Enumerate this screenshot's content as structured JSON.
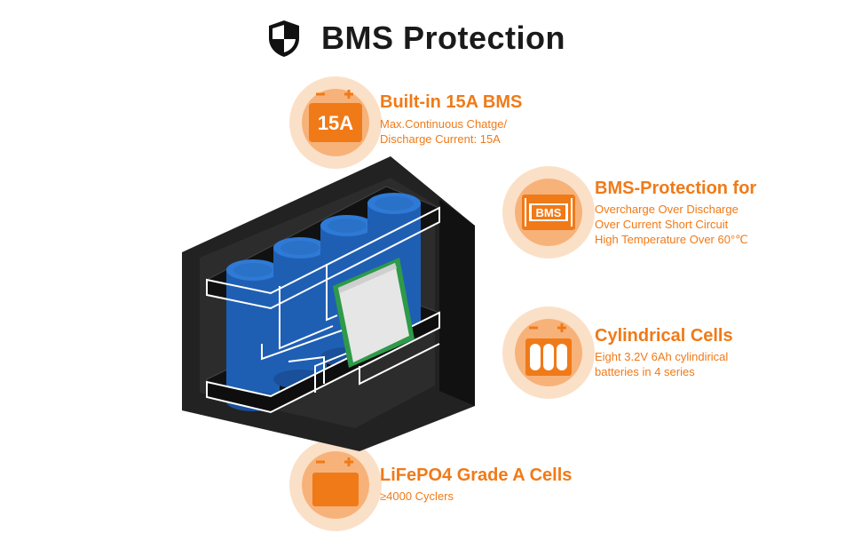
{
  "title": "BMS Protection",
  "accent_color": "#f07a18",
  "features": [
    {
      "icon": "15a-chip-icon",
      "icon_text": "15A",
      "heading": "Built-in 15A BMS",
      "lines": [
        "Max.Continuous Chatge/",
        "Discharge Current: 15A"
      ]
    },
    {
      "icon": "bms-board-icon",
      "icon_text": "BMS",
      "heading": "BMS-Protection for",
      "lines": [
        "Overcharge Over Discharge",
        "Over Current Short Circuit",
        "High Temperature Over 60°℃"
      ]
    },
    {
      "icon": "cylindrical-cells-icon",
      "heading": "Cylindrical Cells",
      "lines": [
        "Eight 3.2V 6Ah cylindirical",
        "batteries in 4 series"
      ]
    },
    {
      "icon": "battery-icon",
      "heading": "LiFePO4 Grade A Cells",
      "lines": [
        "≥4000 Cyclers"
      ]
    }
  ]
}
